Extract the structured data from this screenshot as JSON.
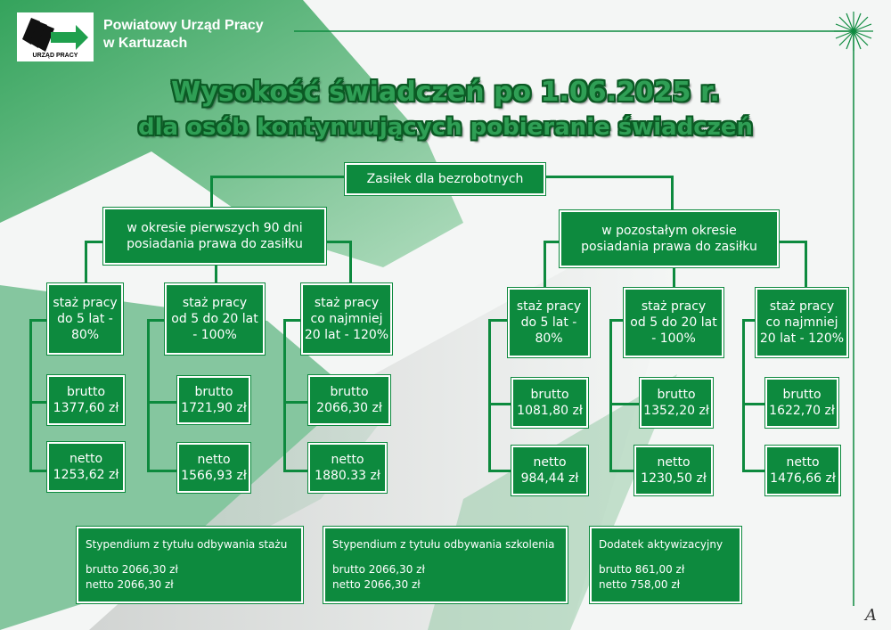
{
  "header": {
    "org_line1": "Powiatowy Urząd Pracy",
    "org_line2": "w Kartuzach",
    "logo_text": "URZĄD PRACY"
  },
  "title": {
    "line1": "Wysokość świadczeń po 1.06.2025 r.",
    "line2": "dla osób kontynuujących pobieranie świadczeń"
  },
  "root": "Zasiłek dla bezrobotnych",
  "left": {
    "heading_l1": "w okresie pierwszych 90 dni",
    "heading_l2": "posiadania prawa do zasiłku",
    "columns": [
      {
        "label": [
          "staż pracy",
          "do 5 lat -",
          "80%"
        ],
        "brutto": [
          "brutto",
          "1377,60 zł"
        ],
        "netto": [
          "netto",
          "1253,62 zł"
        ]
      },
      {
        "label": [
          "staż pracy",
          "od 5 do 20 lat",
          "- 100%"
        ],
        "brutto": [
          "brutto",
          "1721,90 zł"
        ],
        "netto": [
          "netto",
          "1566,93 zł"
        ]
      },
      {
        "label": [
          "staż pracy",
          "co najmniej",
          "20 lat - 120%"
        ],
        "brutto": [
          "brutto",
          "2066,30 zł"
        ],
        "netto": [
          "netto",
          "1880.33 zł"
        ]
      }
    ]
  },
  "right": {
    "heading_l1": "w pozostałym okresie",
    "heading_l2": "posiadania prawa do zasiłku",
    "columns": [
      {
        "label": [
          "staż pracy",
          "do 5 lat -",
          "80%"
        ],
        "brutto": [
          "brutto",
          "1081,80 zł"
        ],
        "netto": [
          "netto",
          "984,44 zł"
        ]
      },
      {
        "label": [
          "staż pracy",
          "od 5 do 20 lat",
          "- 100%"
        ],
        "brutto": [
          "brutto",
          "1352,20 zł"
        ],
        "netto": [
          "netto",
          "1230,50 zł"
        ]
      },
      {
        "label": [
          "staż pracy",
          "co najmniej",
          "20 lat - 120%"
        ],
        "brutto": [
          "brutto",
          "1622,70 zł"
        ],
        "netto": [
          "netto",
          "1476,66 zł"
        ]
      }
    ]
  },
  "bottom": [
    {
      "title": "Stypendium z tytułu odbywania stażu",
      "brutto": "brutto 2066,30 zł",
      "netto": "netto 2066,30 zł"
    },
    {
      "title": "Stypendium z tytułu odbywania szkolenia",
      "brutto": "brutto 2066,30 zł",
      "netto": "netto 2066,30 zł"
    },
    {
      "title": "Dodatek aktywizacyjny",
      "brutto": "brutto 861,00 zł",
      "netto": "netto 758,00 zł"
    }
  ],
  "signature": "A",
  "colors": {
    "green": "#0d8a3e",
    "title_fill": "#2f9f55",
    "title_outline": "#0b5a24"
  }
}
